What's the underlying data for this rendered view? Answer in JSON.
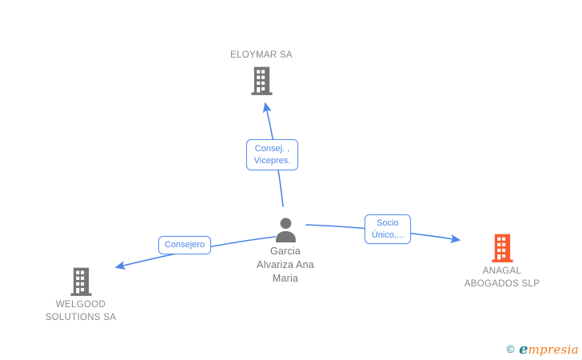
{
  "diagram": {
    "nodes": {
      "eloymar": {
        "label": "ELOYMAR SA",
        "type": "company"
      },
      "person": {
        "label": "Garcia\nAlvariza Ana\nMaria",
        "type": "person"
      },
      "anagal": {
        "label": "ANAGAL\nABOGADOS SLP",
        "type": "company"
      },
      "welgood": {
        "label": "WELGOOD\nSOLUTIONS SA",
        "type": "company"
      }
    },
    "edges": {
      "person_to_eloymar": {
        "label": "Consej. ,\nVicepres."
      },
      "person_to_anagal": {
        "label": "Socio\nÚnico,..."
      },
      "person_to_welgood": {
        "label": "Consejero"
      }
    }
  },
  "colors": {
    "edge_blue": "#4a86e8",
    "box_border": "#5b90ee",
    "icon_gray": "#757575",
    "label_gray": "#8a8a8a",
    "person_text": "#757575",
    "accent_orange": "#fa5a2d",
    "logo_teal": "#27808f",
    "logo_orange": "#ee7d1d",
    "canvas_bg": "#ffffff"
  },
  "footer": {
    "copyright_symbol": "©",
    "brand_e": "e",
    "brand_rest": "mpresia"
  }
}
